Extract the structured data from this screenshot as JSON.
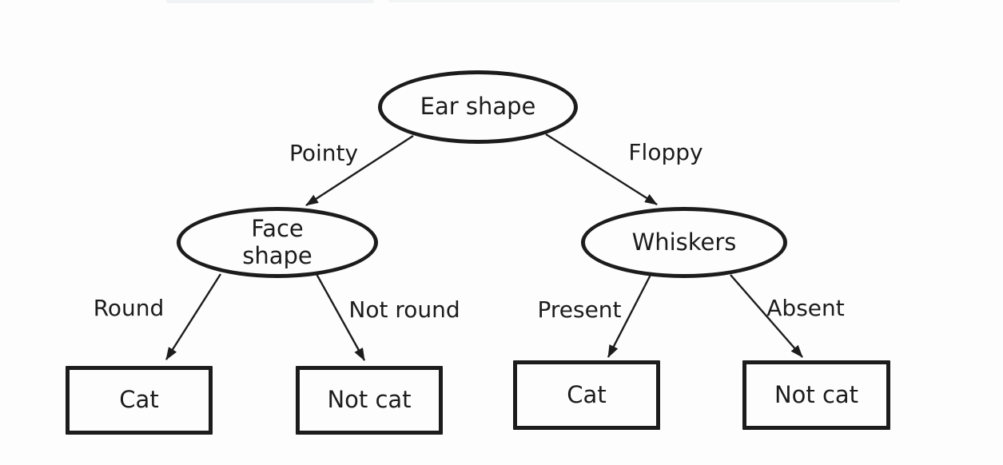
{
  "colors": {
    "ink": "#1c1c1c",
    "bg": "#fdfdfd"
  },
  "diagram": {
    "type": "decision-tree",
    "nodes": {
      "ear_shape": {
        "label": "Ear shape",
        "shape": "ellipse",
        "role": "root-decision"
      },
      "face_shape": {
        "label": "Face shape",
        "shape": "ellipse",
        "role": "decision"
      },
      "whiskers": {
        "label": "Whiskers",
        "shape": "ellipse",
        "role": "decision"
      },
      "cat_left": {
        "label": "Cat",
        "shape": "rect",
        "role": "leaf"
      },
      "not_cat_left": {
        "label": "Not cat",
        "shape": "rect",
        "role": "leaf"
      },
      "cat_right": {
        "label": "Cat",
        "shape": "rect",
        "role": "leaf"
      },
      "not_cat_right": {
        "label": "Not cat",
        "shape": "rect",
        "role": "leaf"
      }
    },
    "edges": {
      "pointy": {
        "label": "Pointy",
        "from": "ear_shape",
        "to": "face_shape"
      },
      "floppy": {
        "label": "Floppy",
        "from": "ear_shape",
        "to": "whiskers"
      },
      "round": {
        "label": "Round",
        "from": "face_shape",
        "to": "cat_left"
      },
      "not_round": {
        "label": "Not round",
        "from": "face_shape",
        "to": "not_cat_left"
      },
      "present": {
        "label": "Present",
        "from": "whiskers",
        "to": "cat_right"
      },
      "absent": {
        "label": "Absent",
        "from": "whiskers",
        "to": "not_cat_right"
      }
    }
  }
}
